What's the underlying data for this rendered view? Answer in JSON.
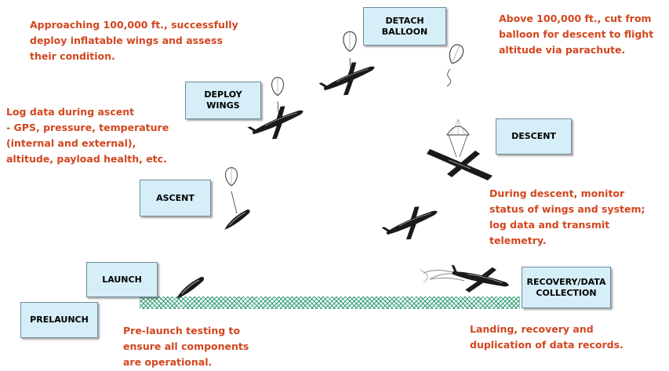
{
  "stages": {
    "detach_balloon": "DETACH\nBALLOON",
    "deploy_wings": "DEPLOY\nWINGS",
    "descent": "DESCENT",
    "ascent": "ASCENT",
    "launch": "LAUNCH",
    "prelaunch": "PRELAUNCH",
    "recovery": "RECOVERY/DATA\nCOLLECTION"
  },
  "notes": {
    "deploy_wings": "Approaching 100,000 ft., successfully\ndeploy inflatable wings and assess\ntheir condition.",
    "detach_balloon": "Above 100,000 ft., cut from\nballoon for descent to flight\naltitude via parachute.",
    "ascent": "Log data during ascent\n- GPS, pressure, temperature\n(internal and external),\naltitude, payload health, etc.",
    "descent": "During descent, monitor\nstatus of wings and system;\nlog data and transmit telemetry.",
    "prelaunch": "Pre-launch testing to\nensure all components\nare operational.",
    "recovery": "Landing, recovery and\nduplication of data records."
  },
  "colors": {
    "note_text": "#d2461e",
    "box_fill": "#d6eef8",
    "ground_hatch": "#2f9b72"
  }
}
